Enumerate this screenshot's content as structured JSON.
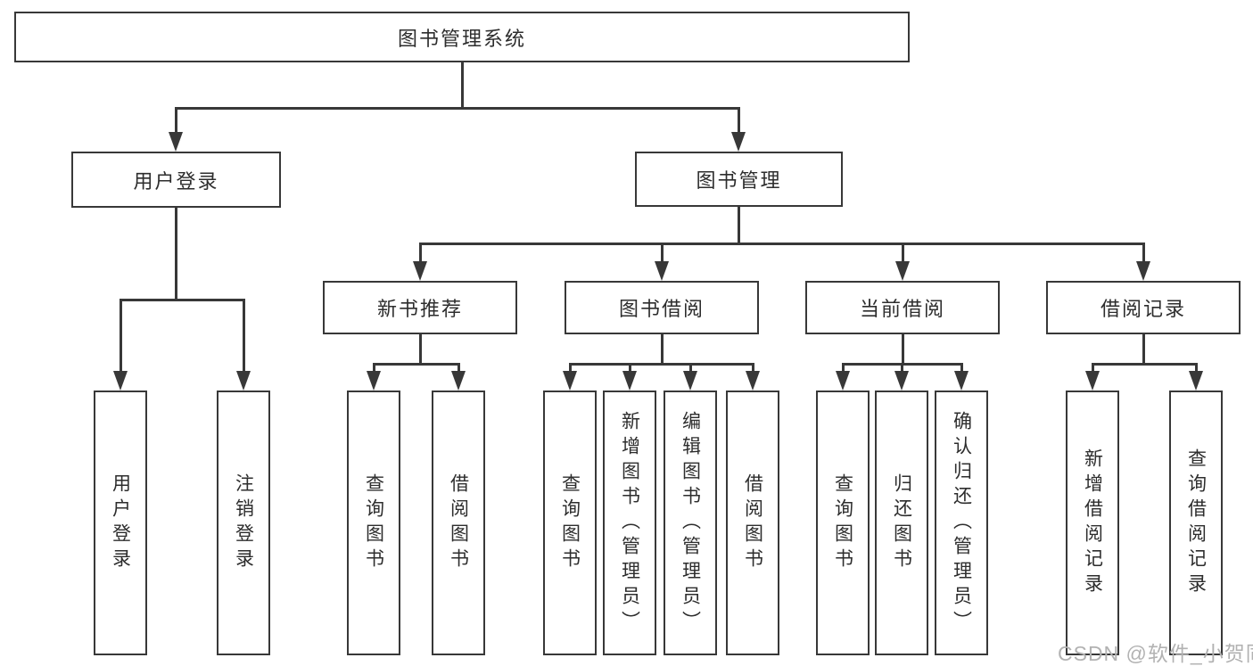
{
  "diagram": {
    "root": {
      "label": "图书管理系统"
    },
    "level2": [
      {
        "label": "用户登录"
      },
      {
        "label": "图书管理"
      }
    ],
    "level3": [
      {
        "label": "新书推荐"
      },
      {
        "label": "图书借阅"
      },
      {
        "label": "当前借阅"
      },
      {
        "label": "借阅记录"
      }
    ],
    "leaves": {
      "user_login": [
        "用户登录",
        "注销登录"
      ],
      "new_books": [
        "查询图书",
        "借阅图书"
      ],
      "book_borrowing": [
        "查询图书",
        "新增图书（管理员）",
        "编辑图书（管理员）",
        "借阅图书"
      ],
      "current_borrowing": [
        "查询图书",
        "归还图书",
        "确认归还（管理员）"
      ],
      "borrow_records": [
        "新增借阅记录",
        "查询借阅记录"
      ]
    },
    "watermark": "CSDN @软件_小贺同学",
    "colors": {
      "line": "#383838",
      "text": "#2d2d2d",
      "background": "#ffffff",
      "watermark": "#b2b2b2"
    }
  }
}
